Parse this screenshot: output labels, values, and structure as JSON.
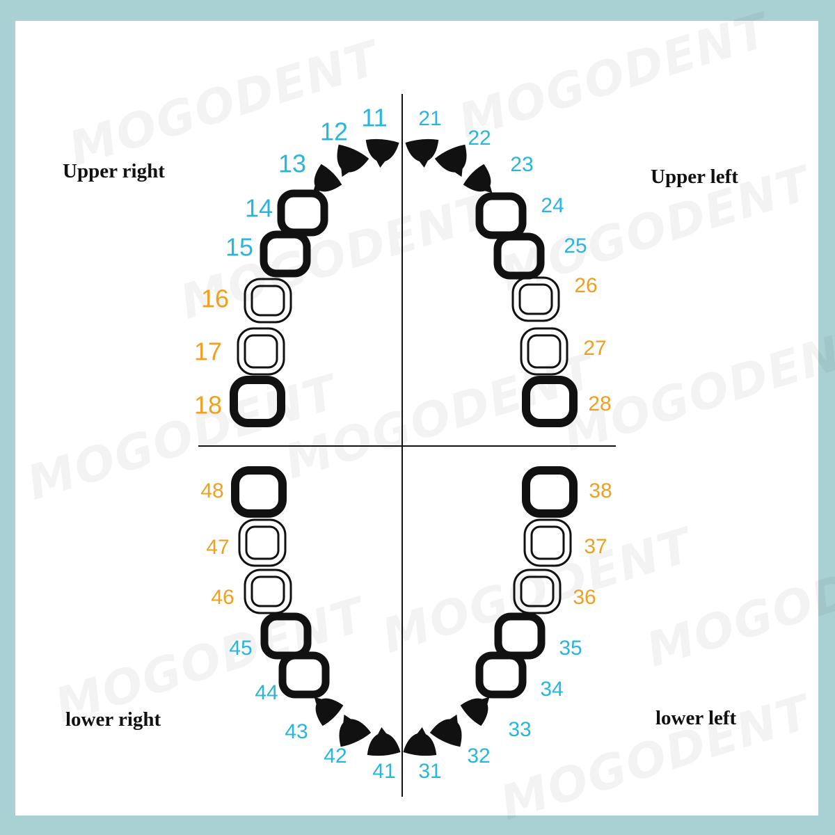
{
  "watermark": "MOGODENT",
  "quadrants": {
    "upper_right": "Upper right",
    "upper_left": "Upper left",
    "lower_right": "lower right",
    "lower_left": "lower left"
  },
  "colors": {
    "front_teeth_label": "#29b6dc",
    "molar_label": "#f0a020",
    "tooth": "#111111",
    "frame": "#a9d0d2",
    "divider": "#111111"
  },
  "teeth": [
    {
      "number": "11",
      "shape": "incisor",
      "group": "front"
    },
    {
      "number": "12",
      "shape": "incisor",
      "group": "front"
    },
    {
      "number": "13",
      "shape": "canine",
      "group": "front"
    },
    {
      "number": "14",
      "shape": "premolar",
      "group": "front"
    },
    {
      "number": "15",
      "shape": "premolar",
      "group": "front"
    },
    {
      "number": "16",
      "shape": "molar",
      "group": "molar"
    },
    {
      "number": "17",
      "shape": "molar",
      "group": "molar"
    },
    {
      "number": "18",
      "shape": "wisdom",
      "group": "molar"
    },
    {
      "number": "21",
      "shape": "incisor",
      "group": "front"
    },
    {
      "number": "22",
      "shape": "incisor",
      "group": "front"
    },
    {
      "number": "23",
      "shape": "canine",
      "group": "front"
    },
    {
      "number": "24",
      "shape": "premolar",
      "group": "front"
    },
    {
      "number": "25",
      "shape": "premolar",
      "group": "front"
    },
    {
      "number": "26",
      "shape": "molar",
      "group": "molar"
    },
    {
      "number": "27",
      "shape": "molar",
      "group": "molar"
    },
    {
      "number": "28",
      "shape": "wisdom",
      "group": "molar"
    },
    {
      "number": "31",
      "shape": "incisor",
      "group": "front"
    },
    {
      "number": "32",
      "shape": "incisor",
      "group": "front"
    },
    {
      "number": "33",
      "shape": "canine",
      "group": "front"
    },
    {
      "number": "34",
      "shape": "premolar",
      "group": "front"
    },
    {
      "number": "35",
      "shape": "premolar",
      "group": "front"
    },
    {
      "number": "36",
      "shape": "molar",
      "group": "molar"
    },
    {
      "number": "37",
      "shape": "molar",
      "group": "molar"
    },
    {
      "number": "38",
      "shape": "wisdom",
      "group": "molar"
    },
    {
      "number": "41",
      "shape": "incisor",
      "group": "front"
    },
    {
      "number": "42",
      "shape": "incisor",
      "group": "front"
    },
    {
      "number": "43",
      "shape": "canine",
      "group": "front"
    },
    {
      "number": "44",
      "shape": "premolar",
      "group": "front"
    },
    {
      "number": "45",
      "shape": "premolar",
      "group": "front"
    },
    {
      "number": "46",
      "shape": "molar",
      "group": "molar"
    },
    {
      "number": "47",
      "shape": "molar",
      "group": "molar"
    },
    {
      "number": "48",
      "shape": "wisdom",
      "group": "molar"
    }
  ]
}
